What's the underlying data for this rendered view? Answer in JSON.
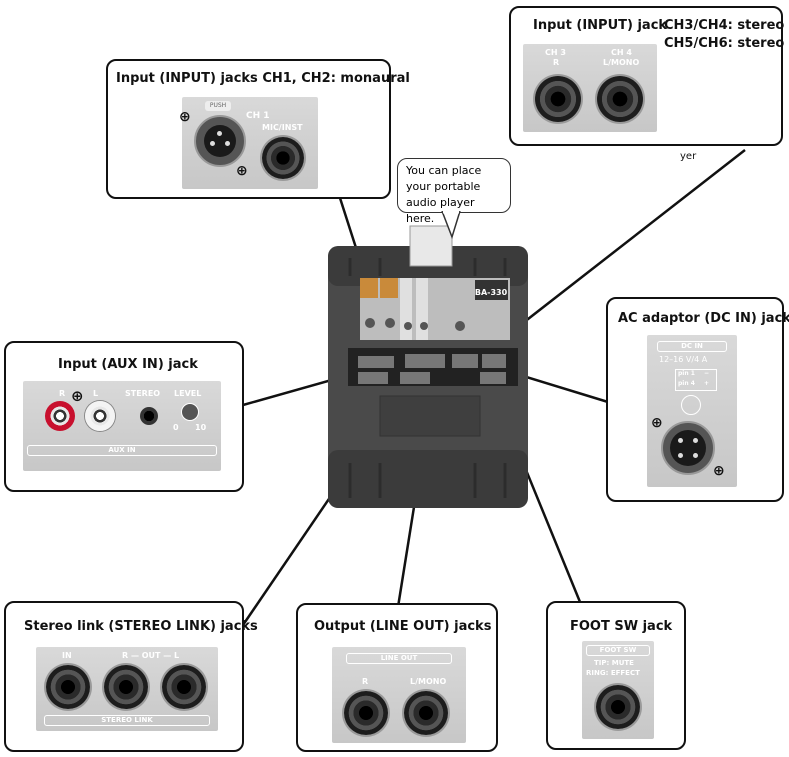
{
  "callouts": {
    "ch1_ch2": {
      "title": "Input (INPUT) jacks CH1, CH2: monaural",
      "panel": {
        "push": "PUSH",
        "ch": "CH 1",
        "jack_label": "MIC/INST"
      }
    },
    "ch3_ch6": {
      "title": "Input (INPUT) jack",
      "subtitle1": "CH3/CH4: stereo",
      "subtitle2": "CH5/CH6: stereo",
      "panel": {
        "left_top": "CH 3",
        "left_bottom": "R",
        "right_top": "CH 4",
        "right_bottom": "L/MONO"
      }
    },
    "aux_in": {
      "title": "Input (AUX IN) jack",
      "panel": {
        "r": "R",
        "l": "L",
        "stereo": "STEREO",
        "level": "LEVEL",
        "scale_min": "0",
        "scale_max": "10",
        "bar": "AUX IN"
      }
    },
    "dc_in": {
      "title": "AC adaptor (DC IN) jack",
      "panel": {
        "bar": "DC IN",
        "voltage": "12–16 V/4 A",
        "pin1": "pin 1",
        "pin4": "pin 4",
        "pin1_sign": "−",
        "pin4_sign": "+"
      }
    },
    "stereo_link": {
      "title": "Stereo link (STEREO LINK) jacks",
      "panel": {
        "in": "IN",
        "out": "R — OUT — L",
        "bar": "STEREO LINK"
      }
    },
    "line_out": {
      "title": "Output (LINE OUT) jacks",
      "panel": {
        "bar": "LINE OUT",
        "r": "R",
        "l": "L/MONO"
      }
    },
    "foot_sw": {
      "title": "FOOT SW jack",
      "panel": {
        "bar": "FOOT SW",
        "tip": "TIP: MUTE",
        "ring": "RING: EFFECT"
      }
    }
  },
  "bubble": {
    "text": "You can place your portable audio player here."
  },
  "stray": {
    "text": "yer"
  },
  "device": {
    "model": "BA-330"
  },
  "colors": {
    "border": "#111111",
    "panel": "#c8c8c8",
    "device": "#4a4a4a"
  }
}
